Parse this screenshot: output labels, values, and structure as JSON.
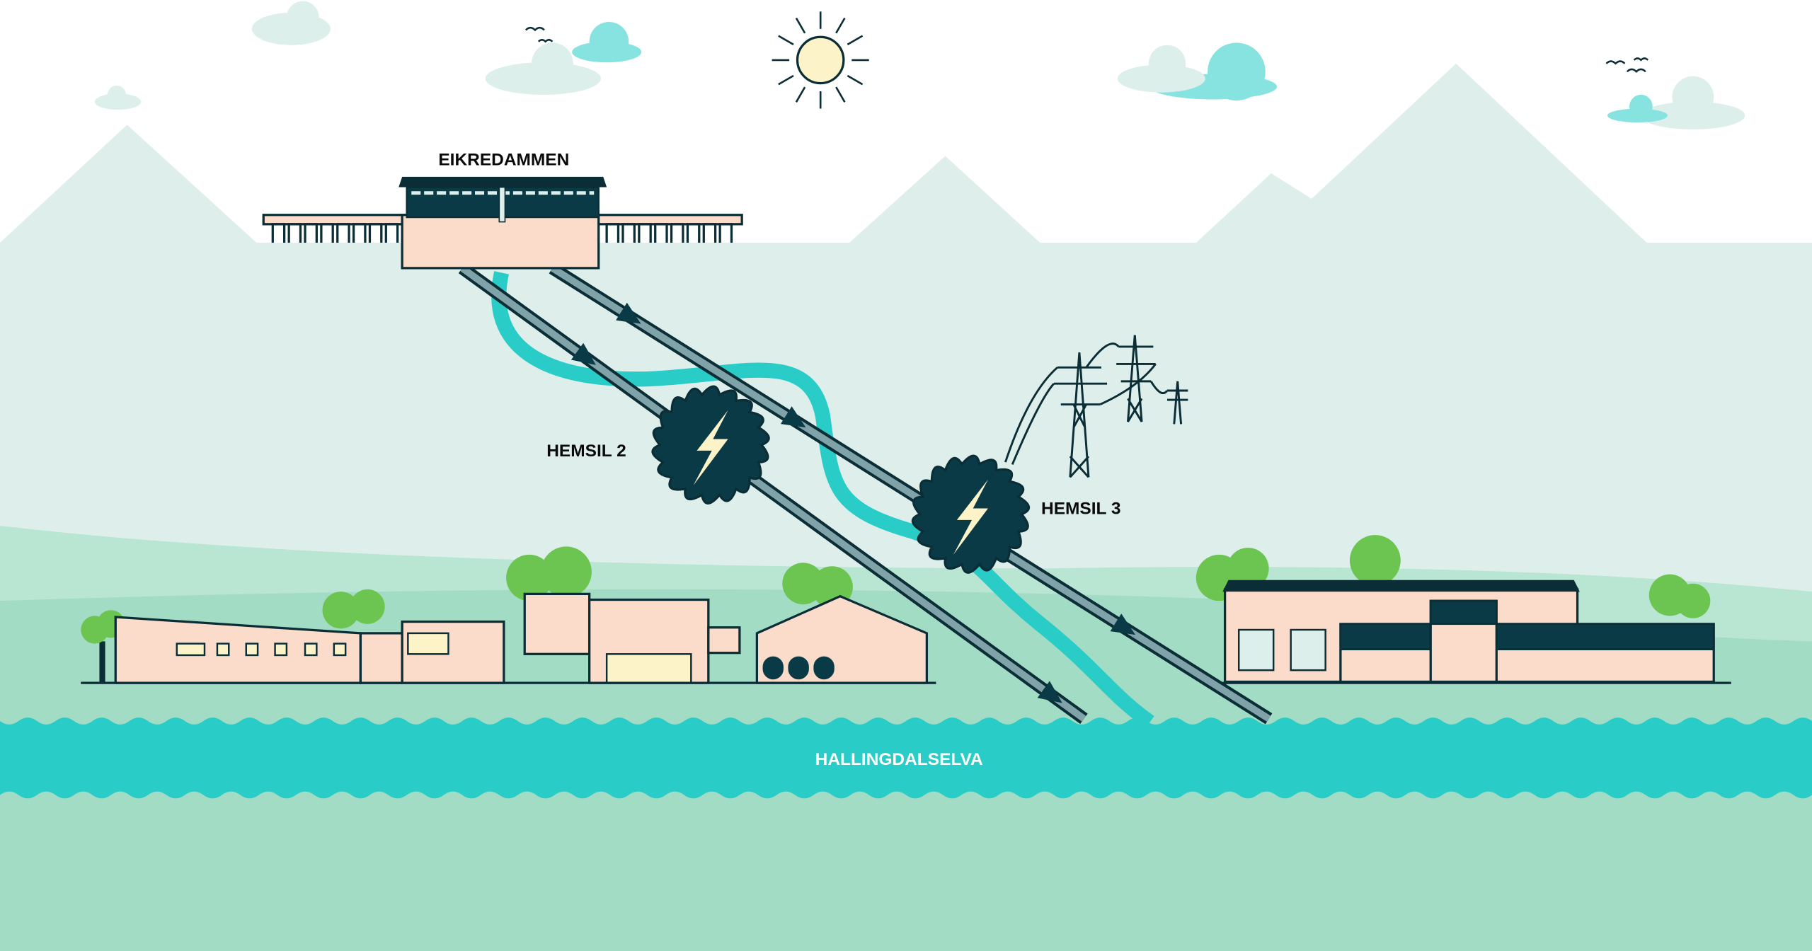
{
  "labels": {
    "dam": "EIKREDAMMEN",
    "plant_2": "HEMSIL 2",
    "plant_3": "HEMSIL 3",
    "river": "HALLINGDALSELVA"
  },
  "colors": {
    "sky": "#ffffff",
    "mountain": "#deefeb",
    "hill": "#b9e5d3",
    "ground": "#a3dcc4",
    "river": "#29ccc6",
    "building": "#fbdccb",
    "outline": "#0b2d36",
    "turbine": "#0b3a47",
    "bolt": "#fdf3c8",
    "tree": "#6cc551"
  }
}
